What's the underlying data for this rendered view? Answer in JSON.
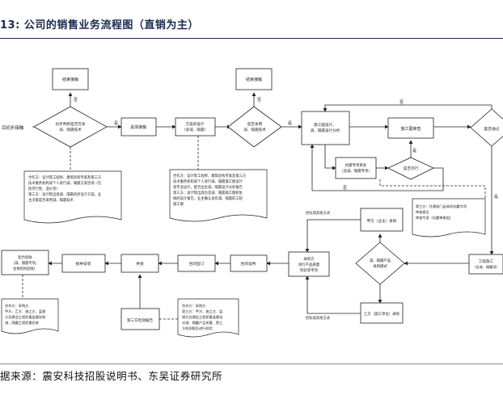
{
  "title": "13:  公司的销售业务流程图（直销为主）",
  "source": "据来源：震安科技招股说明书、东吴证券研究所",
  "nodes": {
    "start": "目初步接触",
    "terminate1": "结束接触",
    "judge1": [
      "初步判断是否可采",
      "减、隔震技术"
    ],
    "specific_contact": "具体接触",
    "scheme_design": [
      "方案初设计",
      "（含减、隔震）"
    ],
    "terminate2": "结束接触",
    "judge2": [
      "是否采用",
      "减、隔震技术"
    ],
    "construction_design": [
      "施工图设计，",
      "减、隔震设计分析"
    ],
    "construction_review": "施工图审查",
    "pass_judge": "是否通过",
    "expert_review": [
      "抗震专项审查",
      "（含减、隔震专项）"
    ],
    "can_pass": "是否可行",
    "construction": [
      "工程施工",
      "（含减、隔震项）"
    ],
    "party_a_purchase": "甲方（业主）采购",
    "party_c_purchase": "乙方（施工单位）采购",
    "purchase_mode": [
      "减、隔震产品",
      "采购模式"
    ],
    "tender": [
      "采购方",
      "进行产品质量",
      "检验等专项"
    ],
    "contract_sign": "合同谈判",
    "contract_signed": "合同签订",
    "supply": "供货",
    "install_guide": "指导安装",
    "acceptance": [
      "配合验收",
      "（减、隔震专项，",
      "主体结构验收）"
    ],
    "third_party_check": "第三方检测报告"
  },
  "edge_labels": {
    "no": "否",
    "yes": "是"
  },
  "side_notes": {
    "bid_invite": "招标或其他方式",
    "bid_invite2": "招标或其他方式"
  },
  "notes": {
    "note1": [
      "合作方：设计院工程师、建筑结构专家及第三方",
      "技术服务机构或个人进行减、隔震方案咨询（包",
      "括可行性、造价等）",
      "第三方：设计院出具减、隔震初步设计方案，业",
      "主决策是否采用减、隔震技术"
    ],
    "note2": [
      "合作方：设计院工程师、建筑结构专家及第三方",
      "技术服务机构或个人进行减、隔震施工图设计",
      "或专业设计，配合业主减、隔震设计分析报告",
      "第三方：设计院出具包含减、隔震施工图和生",
      "统的设计报告，业主确认含有减、隔震的工程",
      "施工图"
    ],
    "note3": [
      "第三方：住建部门出具的抗震专项",
      "审查意见",
      "审查专家（抗震审查组）"
    ],
    "note4": [
      "合作方：采购方",
      "甲方、乙方、施工方、监理",
      "方及建设工程质量监督站和",
      "减、隔震工程质量验收"
    ],
    "note5": [
      "合作方：采购方",
      "第三方：甲方、施工方、监",
      "理方及建设工程质量监督站",
      "对减、隔震产品质量、第三",
      "方检测报告进行检验"
    ]
  }
}
